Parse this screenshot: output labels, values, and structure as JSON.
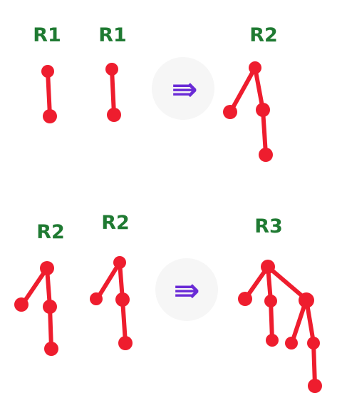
{
  "colors": {
    "label": "#1f7a32",
    "tree": "#ee1d2e",
    "arrow": "#6a2bd6",
    "arrow_bg": "#f6f6f6"
  },
  "rows": [
    {
      "left_labels": [
        "R1",
        "R1"
      ],
      "arrow": "⇛",
      "result_label": "R2"
    },
    {
      "left_labels": [
        "R2",
        "R2"
      ],
      "arrow": "⇛",
      "result_label": "R3"
    }
  ]
}
